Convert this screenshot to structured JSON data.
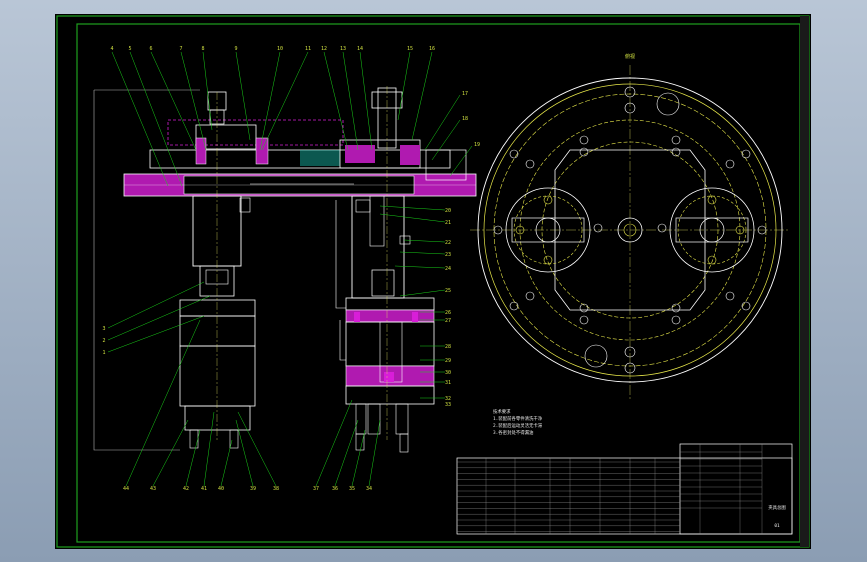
{
  "drawing": {
    "background": "#000000",
    "frame_color": "#1ea01e",
    "colors": {
      "outline": "#ffffff",
      "leader": "#18d018",
      "section": "#d81ed8",
      "circle": "#e8e84a",
      "centerline": "#e0e060",
      "dim": "#c8c8c8"
    },
    "balloons_left_top": [
      "4",
      "5",
      "6",
      "7",
      "8",
      "9",
      "10",
      "11",
      "12",
      "13",
      "14",
      "15",
      "16"
    ],
    "balloons_right": [
      "17",
      "18",
      "19",
      "20",
      "21",
      "22",
      "23",
      "24",
      "25",
      "26",
      "27",
      "28",
      "29",
      "30",
      "31",
      "32",
      "33"
    ],
    "balloons_left_mid": [
      "3",
      "2",
      "1"
    ],
    "balloons_bottom": [
      "44",
      "43",
      "42",
      "41",
      "40",
      "39",
      "38",
      "37",
      "36",
      "35",
      "34"
    ],
    "view_label": "俯视",
    "tech_notes": [
      "技术要求",
      "1.装配前各零件清洗干净",
      "2.装配后运动灵活无卡滞",
      "3.各密封处不得漏油"
    ],
    "title_block": {
      "name": "夹具总图",
      "code": "01"
    }
  }
}
